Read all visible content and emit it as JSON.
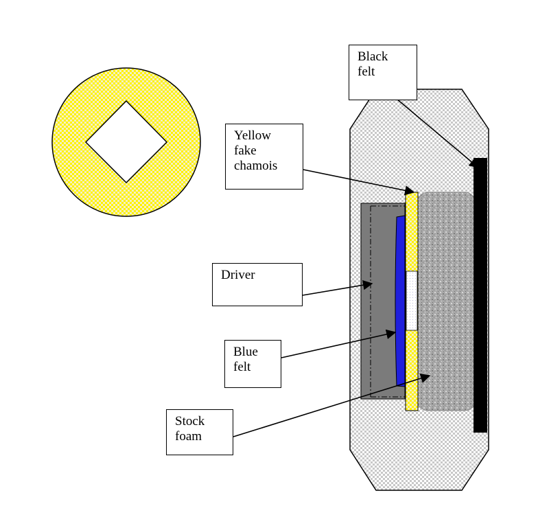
{
  "labels": {
    "black_felt": "Black\nfelt",
    "yellow_fake_chamois": "Yellow\nfake\nchamois",
    "driver": "Driver",
    "blue_felt": "Blue\nfelt",
    "stock_foam": "Stock\nfoam"
  },
  "colors": {
    "yellow_fake_chamois": "#fff200",
    "blue_felt": "#1f1fdc",
    "black_felt": "#000000",
    "driver_housing": "#7b7b7b",
    "stock_foam": "#a8a8a8",
    "outer_cushion": "#cfcfcf"
  }
}
